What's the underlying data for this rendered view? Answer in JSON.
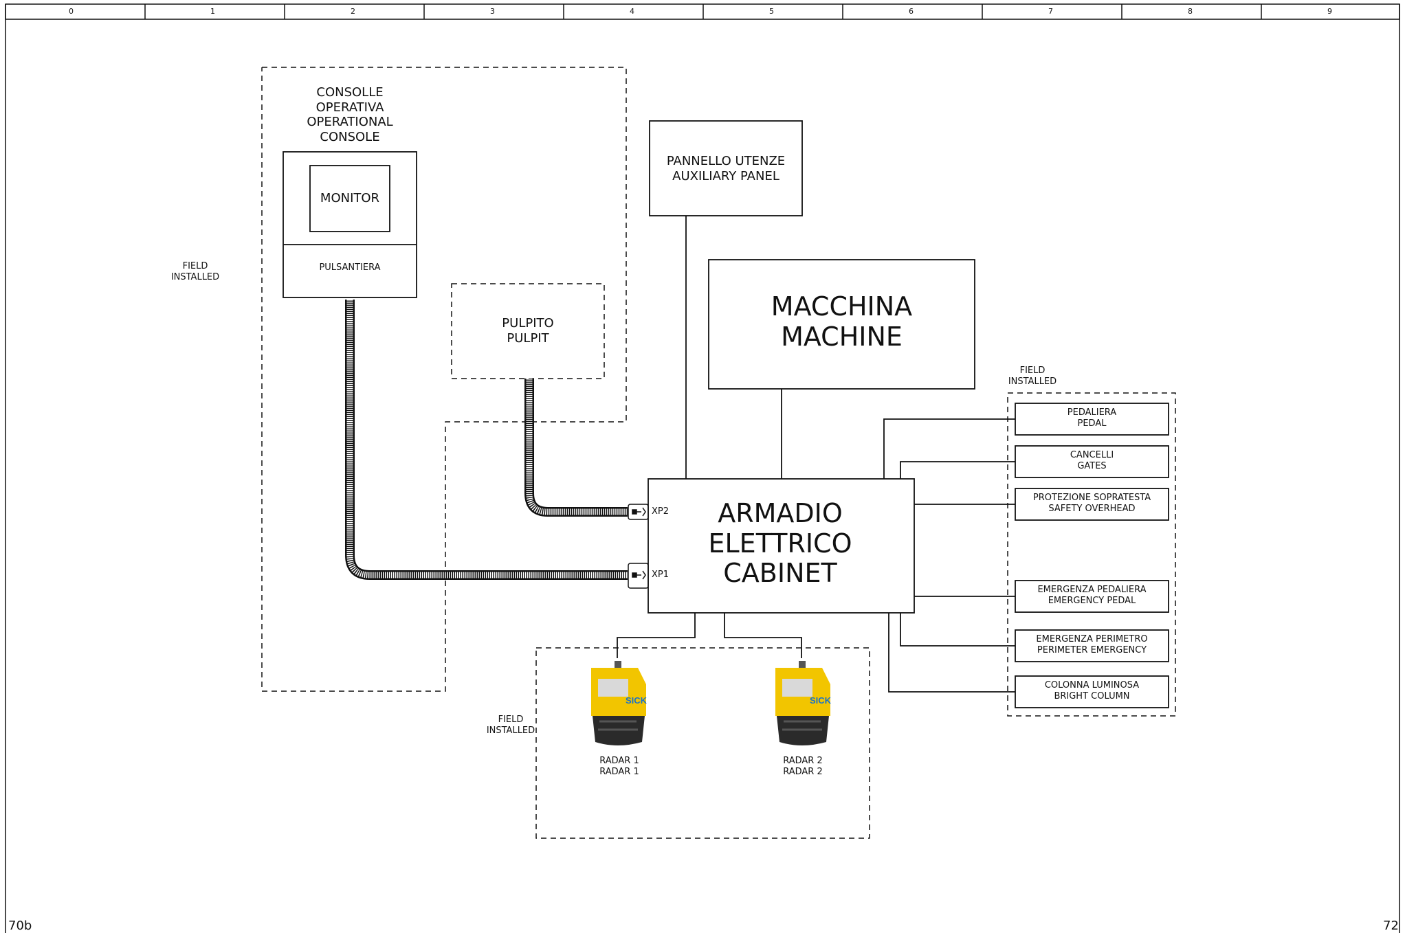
{
  "ruler": [
    "0",
    "1",
    "2",
    "3",
    "4",
    "5",
    "6",
    "7",
    "8",
    "9"
  ],
  "page": {
    "prev": "70b",
    "next": "72"
  },
  "console": {
    "title": [
      "CONSOLLE",
      "OPERATIVA",
      "OPERATIONAL",
      "CONSOLE"
    ],
    "monitor": "MONITOR",
    "pushbutton": "PULSANTIERA"
  },
  "field_installed": [
    "FIELD",
    "INSTALLED"
  ],
  "pulpit": [
    "PULPITO",
    "PULPIT"
  ],
  "aux_panel": [
    "PANNELLO UTENZE",
    "AUXILIARY PANEL"
  ],
  "machine": [
    "MACCHINA",
    "MACHINE"
  ],
  "cabinet": [
    "ARMADIO",
    "ELETTRICO",
    "CABINET"
  ],
  "connectors": {
    "xp1": "XP1",
    "xp2": "XP2"
  },
  "field_devices": [
    [
      "PEDALIERA",
      "PEDAL"
    ],
    [
      "CANCELLI",
      "GATES"
    ],
    [
      "PROTEZIONE SOPRATESTA",
      "SAFETY OVERHEAD"
    ],
    [
      "EMERGENZA PEDALIERA",
      "EMERGENCY PEDAL"
    ],
    [
      "EMERGENZA PERIMETRO",
      "PERIMETER EMERGENCY"
    ],
    [
      "COLONNA LUMINOSA",
      "BRIGHT COLUMN"
    ]
  ],
  "radars": [
    {
      "lines": [
        "RADAR 1",
        "RADAR 1"
      ],
      "brand": "SICK"
    },
    {
      "lines": [
        "RADAR 2",
        "RADAR 2"
      ],
      "brand": "SICK"
    }
  ],
  "colors": {
    "line": "#111111",
    "radar_yellow": "#f2c500",
    "radar_dark": "#2a2a2a",
    "brand_blue": "#1a73c9"
  }
}
